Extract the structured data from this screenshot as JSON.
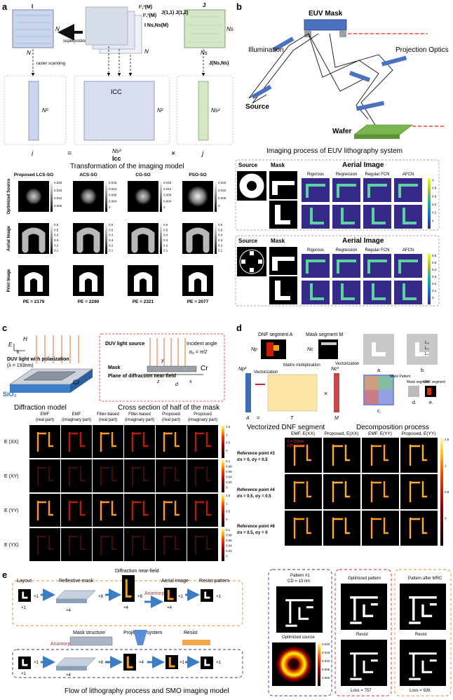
{
  "panels": {
    "a": {
      "letter": "a",
      "caption": "Transformation of the imaging model",
      "top": {
        "I": "I",
        "J": "J",
        "N": "N",
        "Ns": "Ns",
        "N2": "N²",
        "Ns2": "Ns²",
        "I11": "I¹,¹(M)",
        "I12": "I¹,²(M)",
        "INsNs": "I Ns,Ns(M)",
        "J11": "J(1,1) J(1,2)",
        "JNsNs": "J(Ns,Ns)",
        "superposition": "superpostion",
        "raster": "raster scanning",
        "icc": "ICC",
        "icc_label": "Icc",
        "vec_i": "i",
        "vec_j": "j",
        "equals": "=",
        "times": "×"
      },
      "methods": [
        "Proposed LCS-SO",
        "ACS-SO",
        "CG-SO",
        "PSO-SO"
      ],
      "rows": [
        "Optimized Source",
        "Aerial Image",
        "Print Image"
      ],
      "pe": [
        "PE = 2179",
        "PE = 2290",
        "PE = 2321",
        "PE = 2077"
      ],
      "src_ticks": [
        [
          "0.020",
          "0.015",
          "0.010",
          "0.005"
        ],
        [
          "0.016",
          "0.012",
          "0.008",
          "0.004",
          "0"
        ],
        [
          "0.016",
          "0.012",
          "0.008",
          "0.004",
          "0"
        ],
        [
          "0.015",
          "0.010",
          "0.005",
          "0"
        ]
      ],
      "aer_ticks": [
        [
          "0.6",
          "0.5",
          "0.4",
          "0.3",
          "0.2",
          "0.1"
        ],
        [
          "0.6",
          "0.5",
          "0.4",
          "0.3",
          "0.2",
          "0.1"
        ],
        [
          "0.6",
          "0.5",
          "0.4",
          "0.3",
          "0.2",
          "0.1"
        ],
        [
          "0.6",
          "0.5",
          "0.4",
          "0.3",
          "0.2",
          "0.1"
        ]
      ]
    },
    "b": {
      "letter": "b",
      "caption": "Imaging process of EUV lithography system",
      "labels": {
        "mask": "EUV Mask",
        "illum": "Illumination",
        "proj": "Projection Optics",
        "source": "Source",
        "wafer": "Wafer"
      },
      "table": {
        "source": "Source",
        "mask": "Mask",
        "aerial": "Aerial Image",
        "cols": [
          "Rigorous",
          "Regression",
          "Regular FCN",
          "AFCN"
        ],
        "ticks1": [
          "1",
          "0.8",
          "0.6",
          "0.4",
          "0.2",
          "0"
        ],
        "ticks2": [
          "0.6",
          "0.5",
          "0.4",
          "0.3",
          "0.2",
          "0.1",
          "0"
        ]
      }
    },
    "c": {
      "letter": "c",
      "caption_left": "Diffraction model",
      "caption_right": "Cross section of half of the mask",
      "labels": {
        "e": "E",
        "h": "H",
        "k": "k",
        "duv": "DUV light with polarization",
        "lambda": "(λ = 193nm)",
        "cr": "Cr",
        "sio2": "SiO₂",
        "duv_src": "DUV light source",
        "incident": "Incident angle",
        "alpha": "α₀ = π/2",
        "mask": "Mask",
        "plane": "Plane of diffraction near-field",
        "cr2": "Cr",
        "y": "y",
        "z": "z",
        "x": "x",
        "d": "d"
      },
      "cols": [
        "EMF (real part)",
        "EMF (imaginary part)",
        "Filter-based (real part)",
        "Filter-based (imaginary part)",
        "Proposed (real part)",
        "Proposed (imaginary part)"
      ],
      "rows": [
        "E (XX)",
        "E (XY)",
        "E (YY)",
        "E (YX)"
      ],
      "cb": [
        [
          "1.5",
          "1",
          "0.5",
          "0"
        ],
        [
          "0.1",
          "0.08",
          "0.06",
          "0.04",
          "0.02",
          "0"
        ],
        [
          "1.5",
          "1",
          "0.5",
          "0"
        ],
        [
          "0.1",
          "0.08",
          "0.06",
          "0.04",
          "0.02",
          "0"
        ]
      ]
    },
    "d": {
      "letter": "d",
      "caption_left": "Vectorized DNF segment",
      "caption_right": "Decomposition process",
      "labels": {
        "dnf": "DNF segment A",
        "mask": "Mask segment M",
        "np": "Np",
        "nc": "Nc",
        "npp": "Np²",
        "ncc": "Nc²",
        "vect1": "Vectorization",
        "vect2": "Vectorization",
        "matmul": "Matrix multiplication",
        "avec": "A",
        "mvec": "M",
        "T": "T",
        "eq": "=",
        "times": "×",
        "a_lab": "a.",
        "b_lab": "b.",
        "c_lab": "c.",
        "d_lab": "d.",
        "e_lab": "e.",
        "mask_pattern": "Mask Pattern",
        "mask_seg": "Mask segment",
        "dnf_seg": "DNF segment",
        "l3": "L₃",
        "l1": "L₁",
        "l2": "L₂"
      },
      "cols": [
        "EMF, E(XX)",
        "Proposed, E(XX)",
        "EMF, E(YY)",
        "Proposed, E(YY)"
      ],
      "dims": [
        "L = 193nm",
        "CD = 64nm"
      ],
      "refs": [
        {
          "name": "Reference point #3",
          "sig": "σx = 0, σy = 0.5"
        },
        {
          "name": "Reference point #4",
          "sig": "σx = 0.5, σy = 0.5"
        },
        {
          "name": "Reference point #8",
          "sig": "σx = 0.5, σy = 0"
        }
      ],
      "cb": [
        "1.5",
        "1",
        "0.5",
        "0"
      ]
    },
    "e": {
      "letter": "e",
      "caption": "Flow of lithography process and SMO imaging model",
      "labels": {
        "layout": "Layout",
        "refl": "Reflective mask",
        "diff": "Diffraction near-field",
        "aerial": "Aerial image",
        "resist_pat": "Resist pattern",
        "anam1": "Anamorphic",
        "anam2": "Anamorphic",
        "mask_struct": "Mask structure",
        "proj_sys": "Projection system",
        "resist": "Resist",
        "x1a": "×1",
        "x1b": "×1",
        "x4a": "×4",
        "x8a": "×8",
        "x4b": "×4",
        "x8b": "×8",
        "x1c": "×1",
        "x1d": "×1",
        "x4c": "×4",
        "x1e": "×1",
        "x1f": "×1",
        "x4d": "×4",
        "x8c": "×8",
        "x4e": "×4",
        "x1g": "×1",
        "x1h": "×1"
      },
      "right": {
        "pattern": "Pattern #1",
        "cd": "CD = 13 nm",
        "opt_pat": "Optimized pattern",
        "after_mrc": "Pattern after MRC",
        "opt_src": "Optimized source",
        "resist1": "Resist",
        "resist2": "Resist",
        "loss1": "Loss = 757",
        "loss2": "Loss = 926",
        "ticks": [
          "0.020",
          "0.015",
          "0.010",
          "0.005",
          "0.000"
        ]
      }
    }
  }
}
